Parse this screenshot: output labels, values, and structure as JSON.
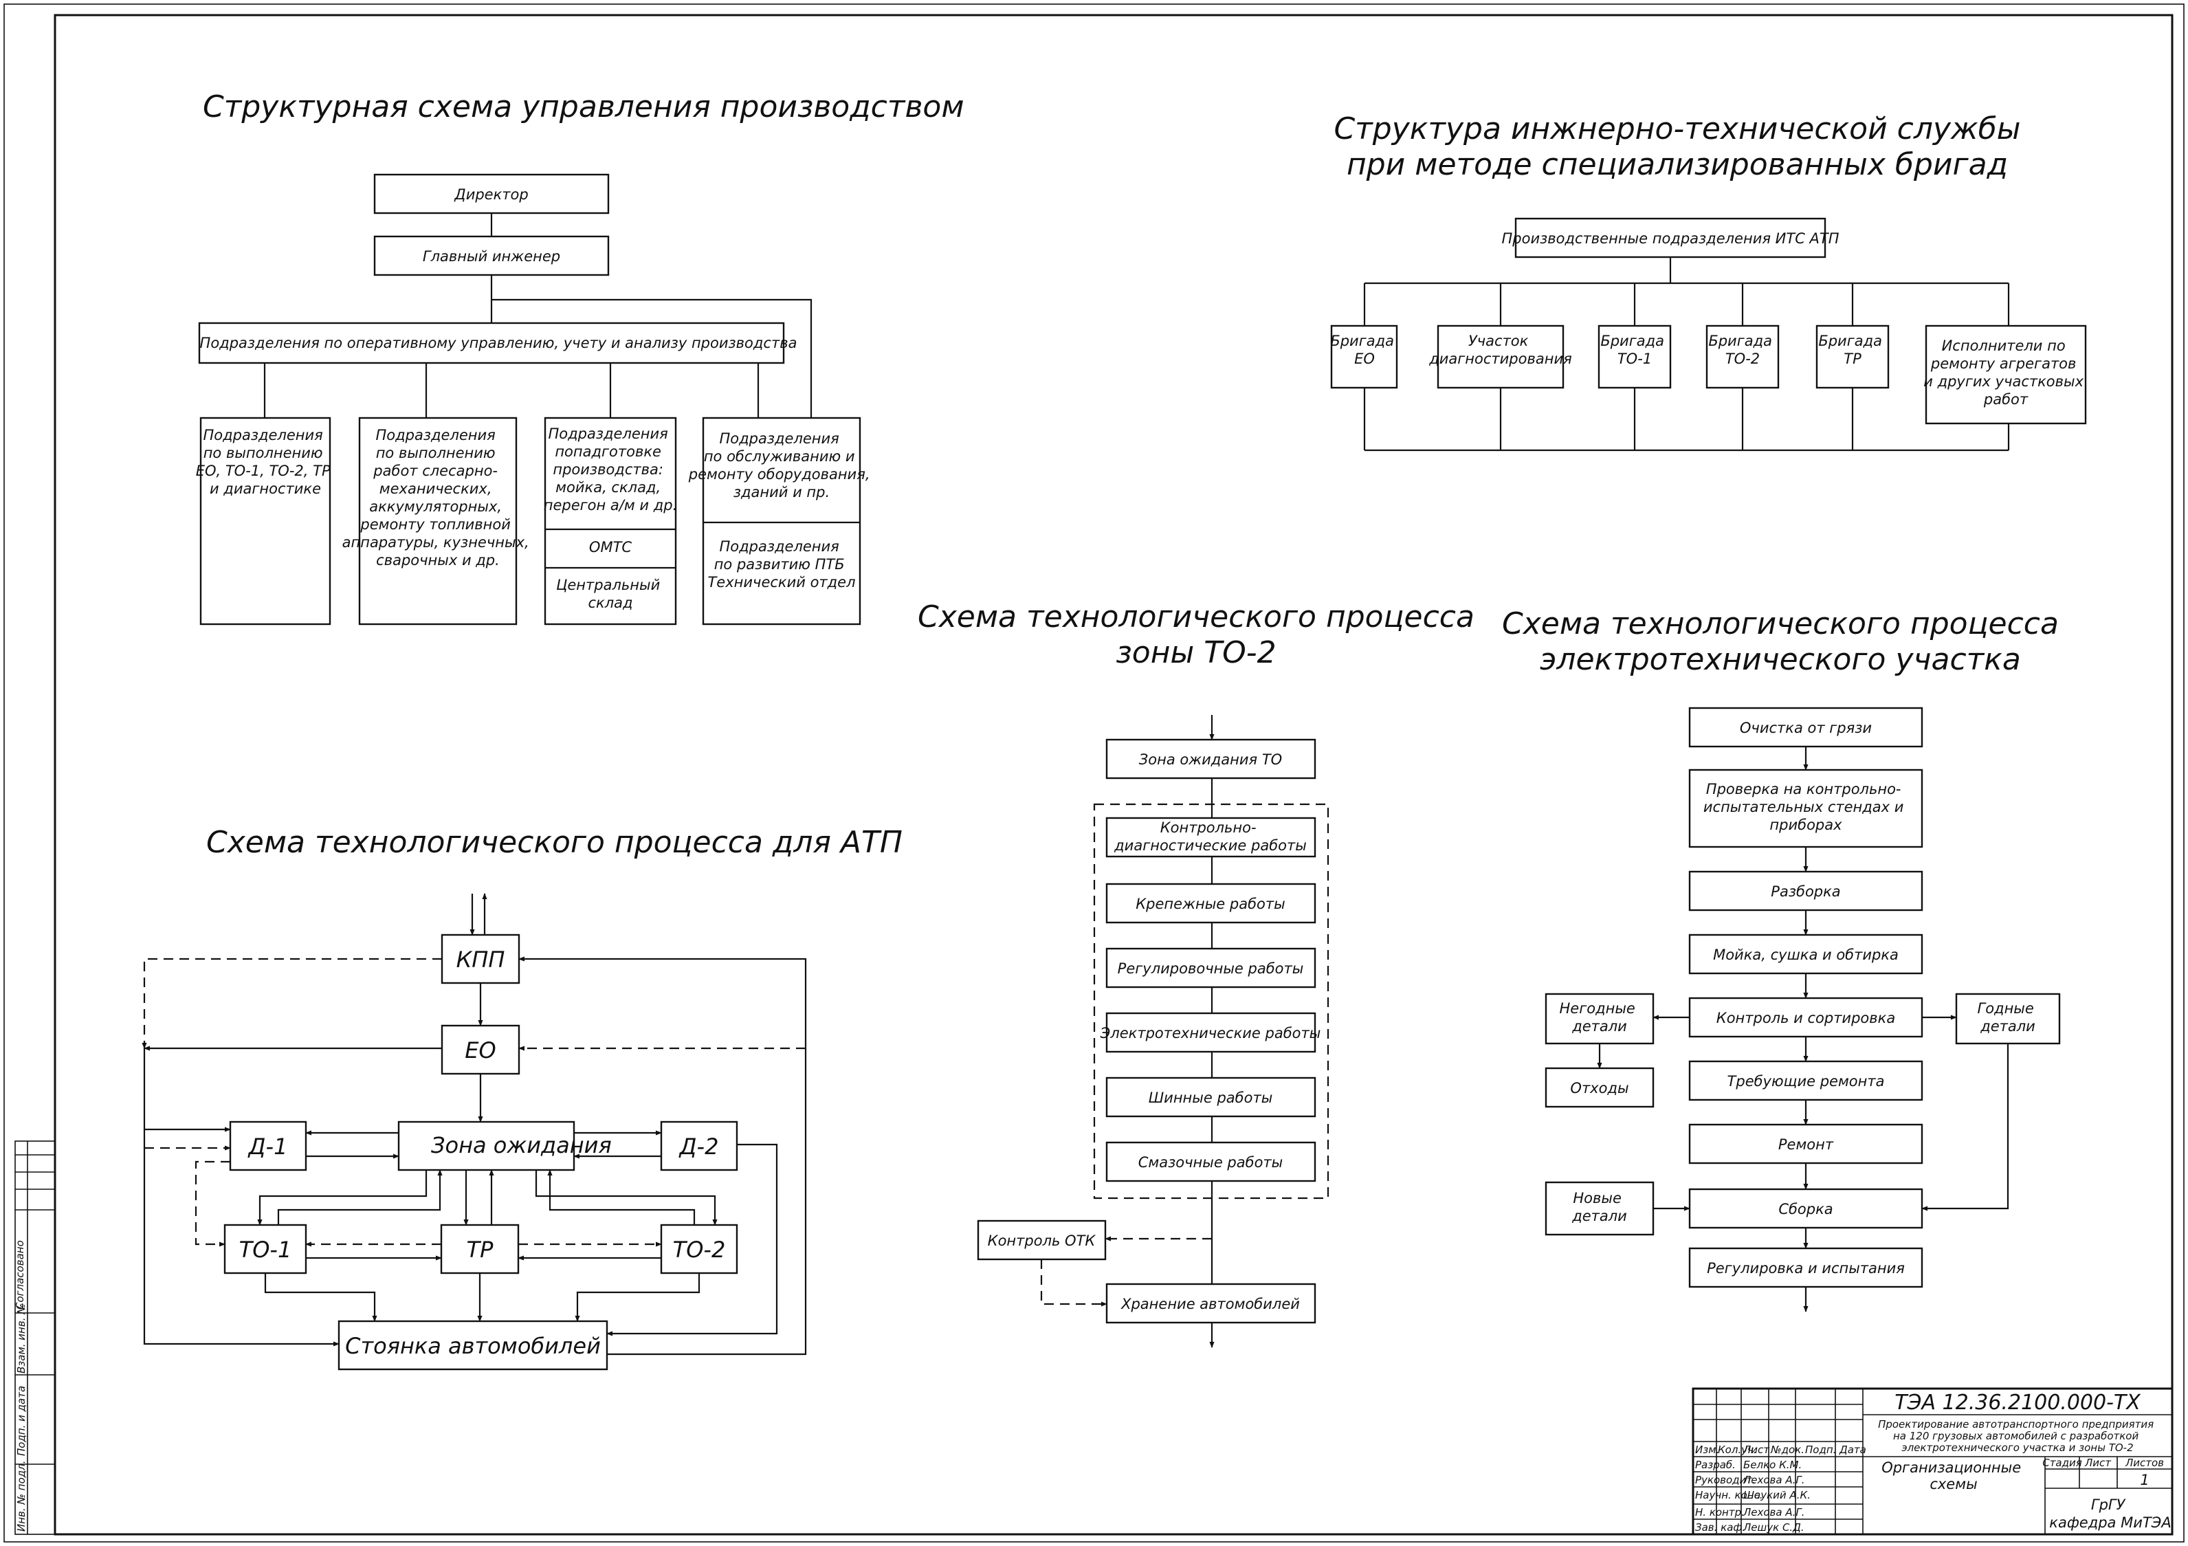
{
  "titles": {
    "management": "Структурная схема управления производством",
    "its_line1": "Структура инжнерно-технической службы",
    "its_line2": "при методе специализированных бригад",
    "atp": "Схема технологического процесса для АТП",
    "to2_line1": "Схема технологического процесса",
    "to2_line2": "зоны ТО-2",
    "elec_line1": "Схема технологического процесса",
    "elec_line2": "электротехнического участка"
  },
  "management": {
    "director": "Директор",
    "chief_engineer": "Главный инженер",
    "operational": "Подразделения по оперативному управлению, учету и анализу производства",
    "col1": [
      "Подразделения",
      "по выполнению",
      "ЕО, ТО-1, ТО-2, ТР",
      "и диагностике"
    ],
    "col2": [
      "Подразделения",
      "по выполнению",
      "работ слесарно-",
      "механических,",
      "аккумуляторных,",
      "ремонту топливной",
      "аппаратуры, кузнечных,",
      "сварочных и др."
    ],
    "col3": [
      "Подразделения",
      "попадготовке",
      "производства:",
      "мойка, склад,",
      "перегон а/м и др."
    ],
    "col3_omts": "ОМТС",
    "col3_store": [
      "Центральный",
      "склад"
    ],
    "col4": [
      "Подразделения",
      "по обслуживанию и",
      "ремонту оборудования,",
      "зданий и пр."
    ],
    "col4_ptb": [
      "Подразделения",
      "по развитию ПТБ",
      "Технический отдел"
    ]
  },
  "its": {
    "top": "Производственные подразделения ИТС АТП",
    "units": [
      [
        "Бригада",
        "ЕО"
      ],
      [
        "Участок",
        "диагностирования"
      ],
      [
        "Бригада",
        "ТО-1"
      ],
      [
        "Бригада",
        "ТО-2"
      ],
      [
        "Бригада",
        "ТР"
      ],
      [
        "Исполнители по",
        "ремонту агрегатов",
        "и других участковых",
        "работ"
      ]
    ]
  },
  "atp": {
    "kpp": "КПП",
    "eo": "ЕО",
    "d1": "Д-1",
    "wait": "Зона ожидания",
    "d2": "Д-2",
    "to1": "ТО-1",
    "tr": "ТР",
    "to2": "ТО-2",
    "parking": "Стоянка автомобилей"
  },
  "to2": {
    "waiting": "Зона ожидания ТО",
    "diag": [
      "Контрольно-",
      "диагностические работы"
    ],
    "fasten": "Крепежные работы",
    "adjust": "Регулировочные работы",
    "electro": "Электротехнические работы",
    "tyre": "Шинные работы",
    "lube": "Смазочные работы",
    "otk": "Контроль ОТК",
    "storage": "Хранение автомобилей"
  },
  "elec": {
    "clean": "Очистка от грязи",
    "check": [
      "Проверка на контрольно-",
      "испытательных стендах и",
      "приборах"
    ],
    "disasm": "Разборка",
    "wash": "Мойка, сушка и обтирка",
    "control": "Контроль и сортировка",
    "bad": [
      "Негодные",
      "детали"
    ],
    "good": [
      "Годные",
      "детали"
    ],
    "waste": "Отходы",
    "need": "Требующие ремонта",
    "repair": "Ремонт",
    "new": [
      "Новые",
      "детали"
    ],
    "assembly": "Сборка",
    "test": "Регулировка и испытания"
  },
  "stamp": {
    "code": "ТЭА 12.36.2100.000-ТХ",
    "desc": [
      "Проектирование автотранспортного предприятия",
      "на 120 грузовых автомобилей с разработкой",
      "электротехнического участка и зоны ТО-2"
    ],
    "header": [
      "Изм.",
      "Кол.уч.",
      "Лист",
      "№док.",
      "Подп.",
      "Дата"
    ],
    "roles": [
      "Разраб.",
      "Руководит.",
      "Научн. конс.",
      "",
      "Н. контр.",
      "Зав. каф."
    ],
    "names": [
      "Белко К.М.",
      "Лехова А.Г.",
      "Шаукий А.К.",
      "",
      "Лехова А.Г.",
      "Лешук С.Д."
    ],
    "sheet_title": [
      "Организационные",
      "схемы"
    ],
    "stage_label": "Стадия",
    "sheet_label": "Лист",
    "sheets_label": "Листов",
    "sheets_value": "1",
    "org": [
      "ГрГУ",
      "кафедра МиТЭА"
    ]
  },
  "side_stamp": [
    "Согласовано",
    "Взам. инв. №",
    "Подп. и дата",
    "Инв. № подл."
  ]
}
